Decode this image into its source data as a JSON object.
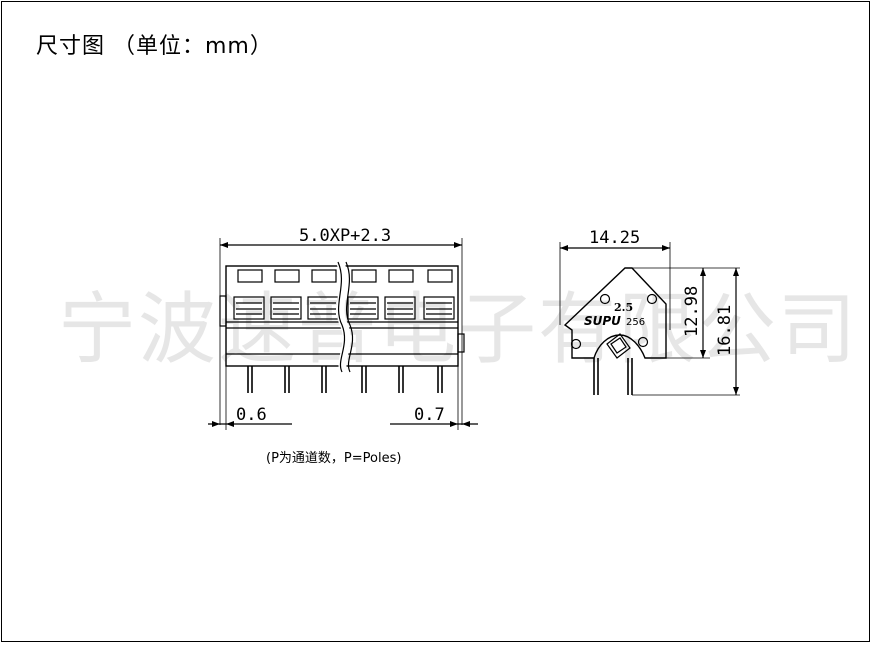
{
  "title": "尺寸图 （单位：mm）",
  "dimensions": {
    "overall_length": "5.0XP+2.3",
    "left_offset": "0.6",
    "right_offset": "0.7",
    "side_width": "14.25",
    "height_inner": "12.98",
    "height_total": "16.81"
  },
  "product_marking": {
    "pitch": "2.5",
    "brand": "SUPU",
    "model": "256"
  },
  "note": "(P为通道数，P=Poles)",
  "watermark": "宁波速普电子有限公司",
  "colors": {
    "line": "#000000",
    "background": "#ffffff",
    "watermark": "#c9c9c9"
  }
}
